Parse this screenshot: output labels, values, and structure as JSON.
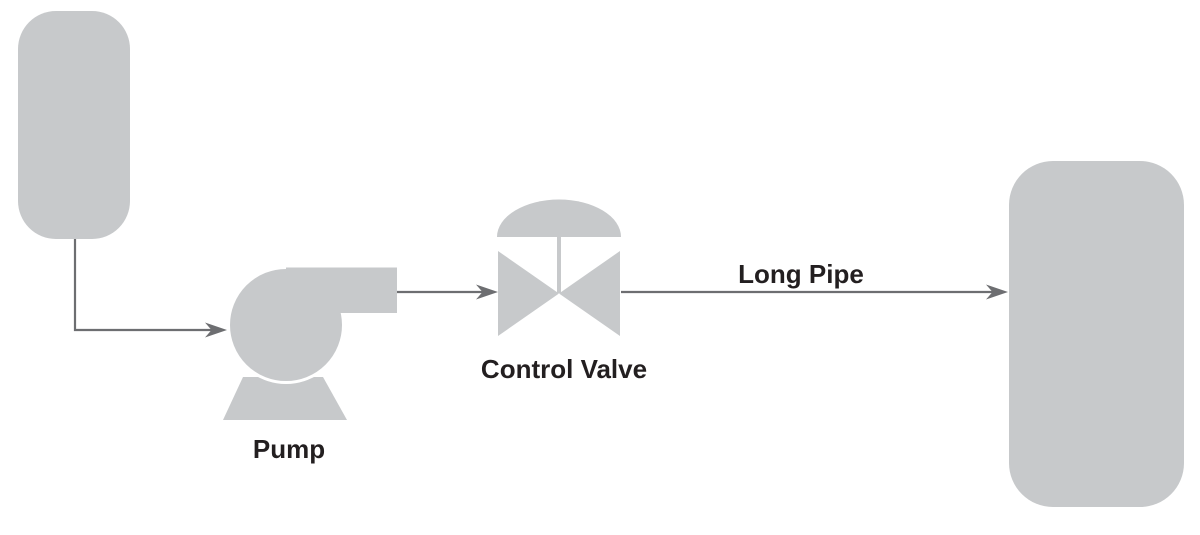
{
  "diagram": {
    "type": "process-flow-diagram",
    "nodes": [
      {
        "id": "feed-tank",
        "kind": "tank",
        "label": ""
      },
      {
        "id": "pump",
        "kind": "centrifugal-pump",
        "label": "Pump"
      },
      {
        "id": "control-valve",
        "kind": "valve-with-actuator",
        "label": "Control Valve"
      },
      {
        "id": "outlet-tank",
        "kind": "tank",
        "label": ""
      }
    ],
    "edges": [
      {
        "from": "feed-tank",
        "to": "pump",
        "label": ""
      },
      {
        "from": "pump",
        "to": "control-valve",
        "label": ""
      },
      {
        "from": "control-valve",
        "to": "outlet-tank",
        "label": "Long Pipe"
      }
    ]
  },
  "labels": {
    "pump": "Pump",
    "valve": "Control Valve",
    "pipe": "Long Pipe"
  },
  "colors": {
    "shape_fill": "#c7c9cb",
    "pipe": "#6d6e71",
    "text": "#231f20",
    "background": "#ffffff"
  }
}
